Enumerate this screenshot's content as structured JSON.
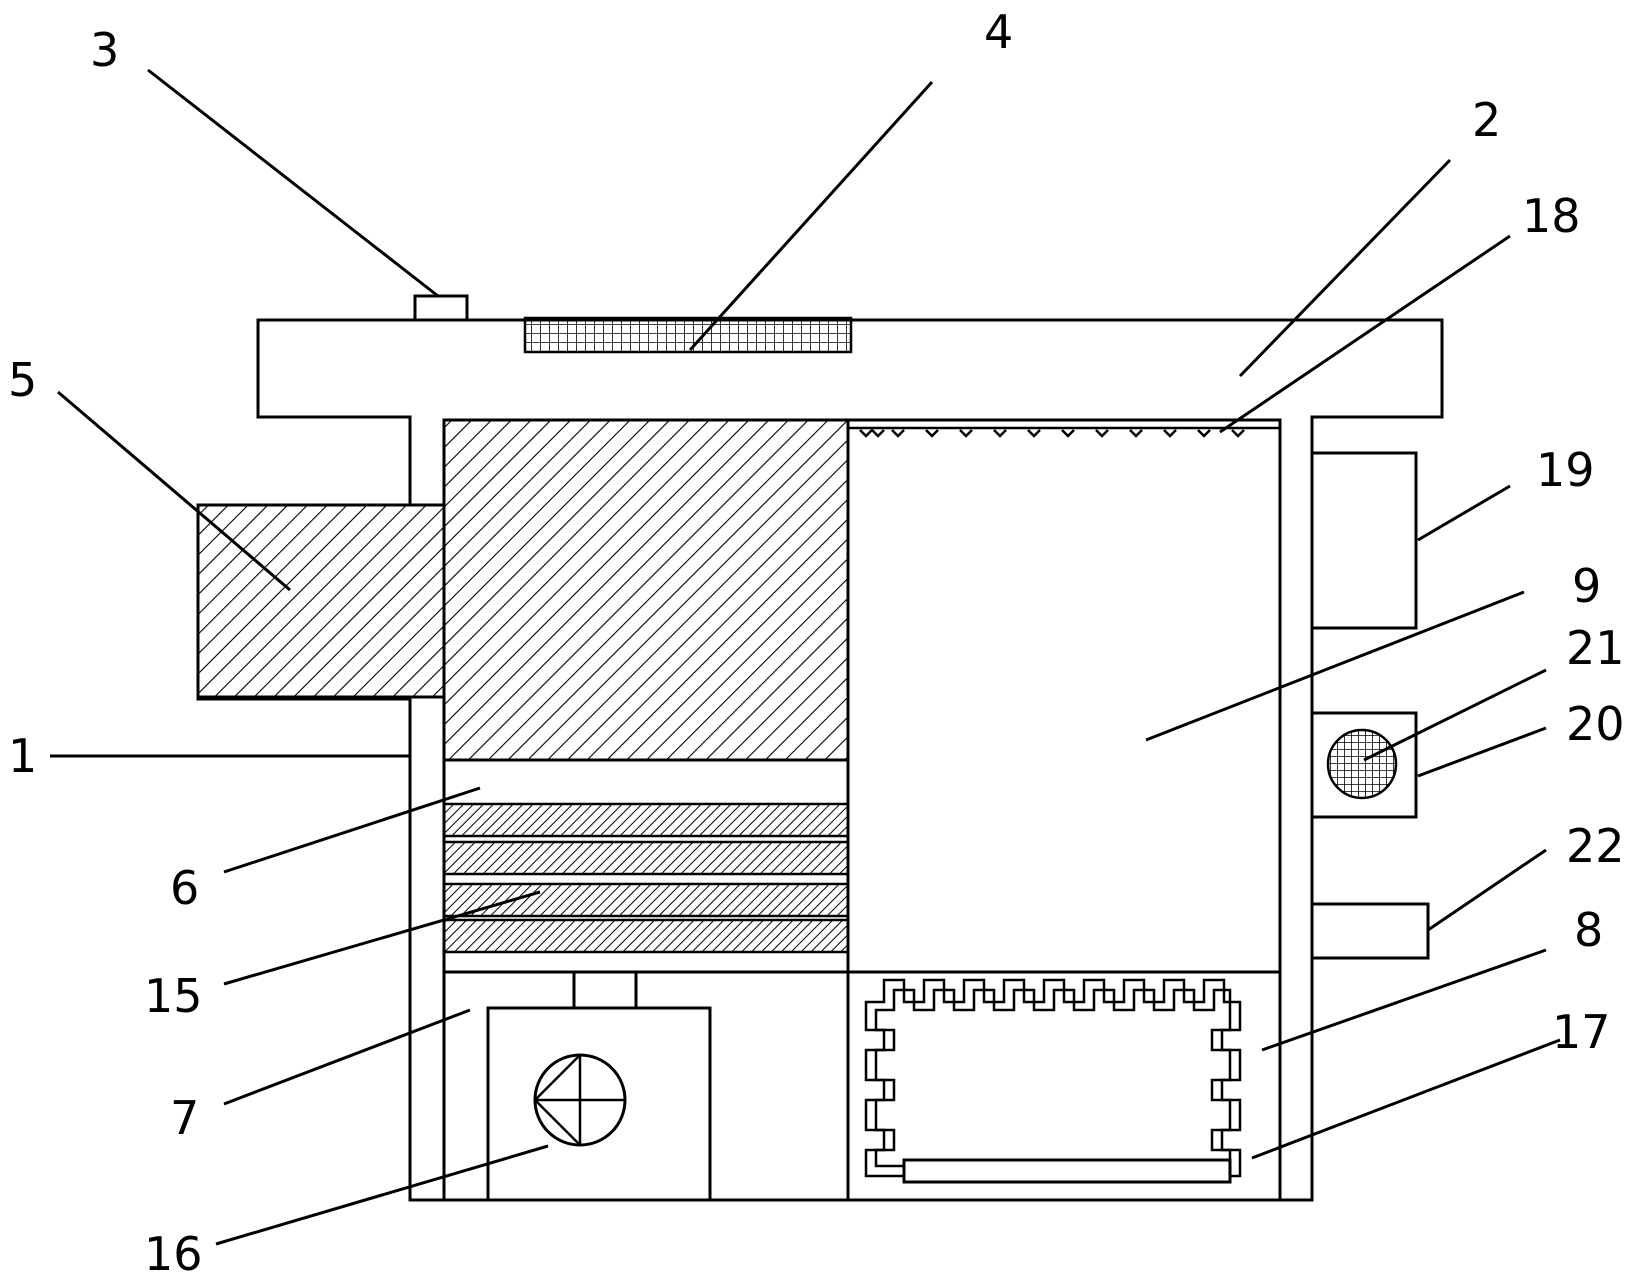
{
  "labels": {
    "l1": "1",
    "l2": "2",
    "l3": "3",
    "l4": "4",
    "l5": "5",
    "l6": "6",
    "l7": "7",
    "l8": "8",
    "l9": "9",
    "l15": "15",
    "l16": "16",
    "l17": "17",
    "l18": "18",
    "l19": "19",
    "l20": "20",
    "l21": "21",
    "l22": "22"
  }
}
